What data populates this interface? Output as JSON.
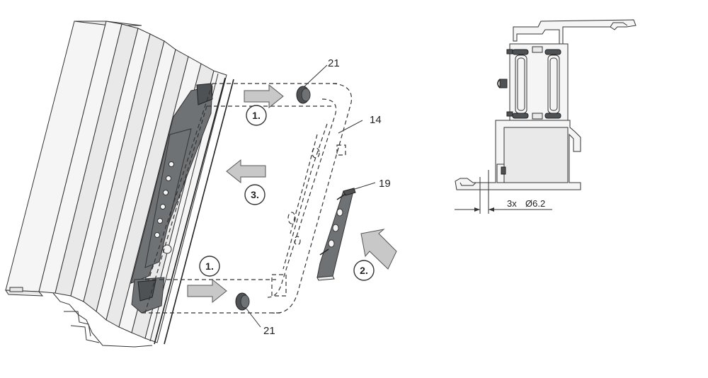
{
  "parts": {
    "end_cap_top": "21",
    "end_cap_bottom": "21",
    "end_piece": "14",
    "connector": "19"
  },
  "steps": {
    "step1_top": "1.",
    "step1_bottom": "1.",
    "step2": "2.",
    "step3": "3."
  },
  "section": {
    "drill_note": "3x",
    "drill_diameter": "Ø6.2"
  },
  "colors": {
    "profile": "#e9e9e9",
    "gasket": "#6f7275",
    "arrow": "#c8c8c8"
  }
}
